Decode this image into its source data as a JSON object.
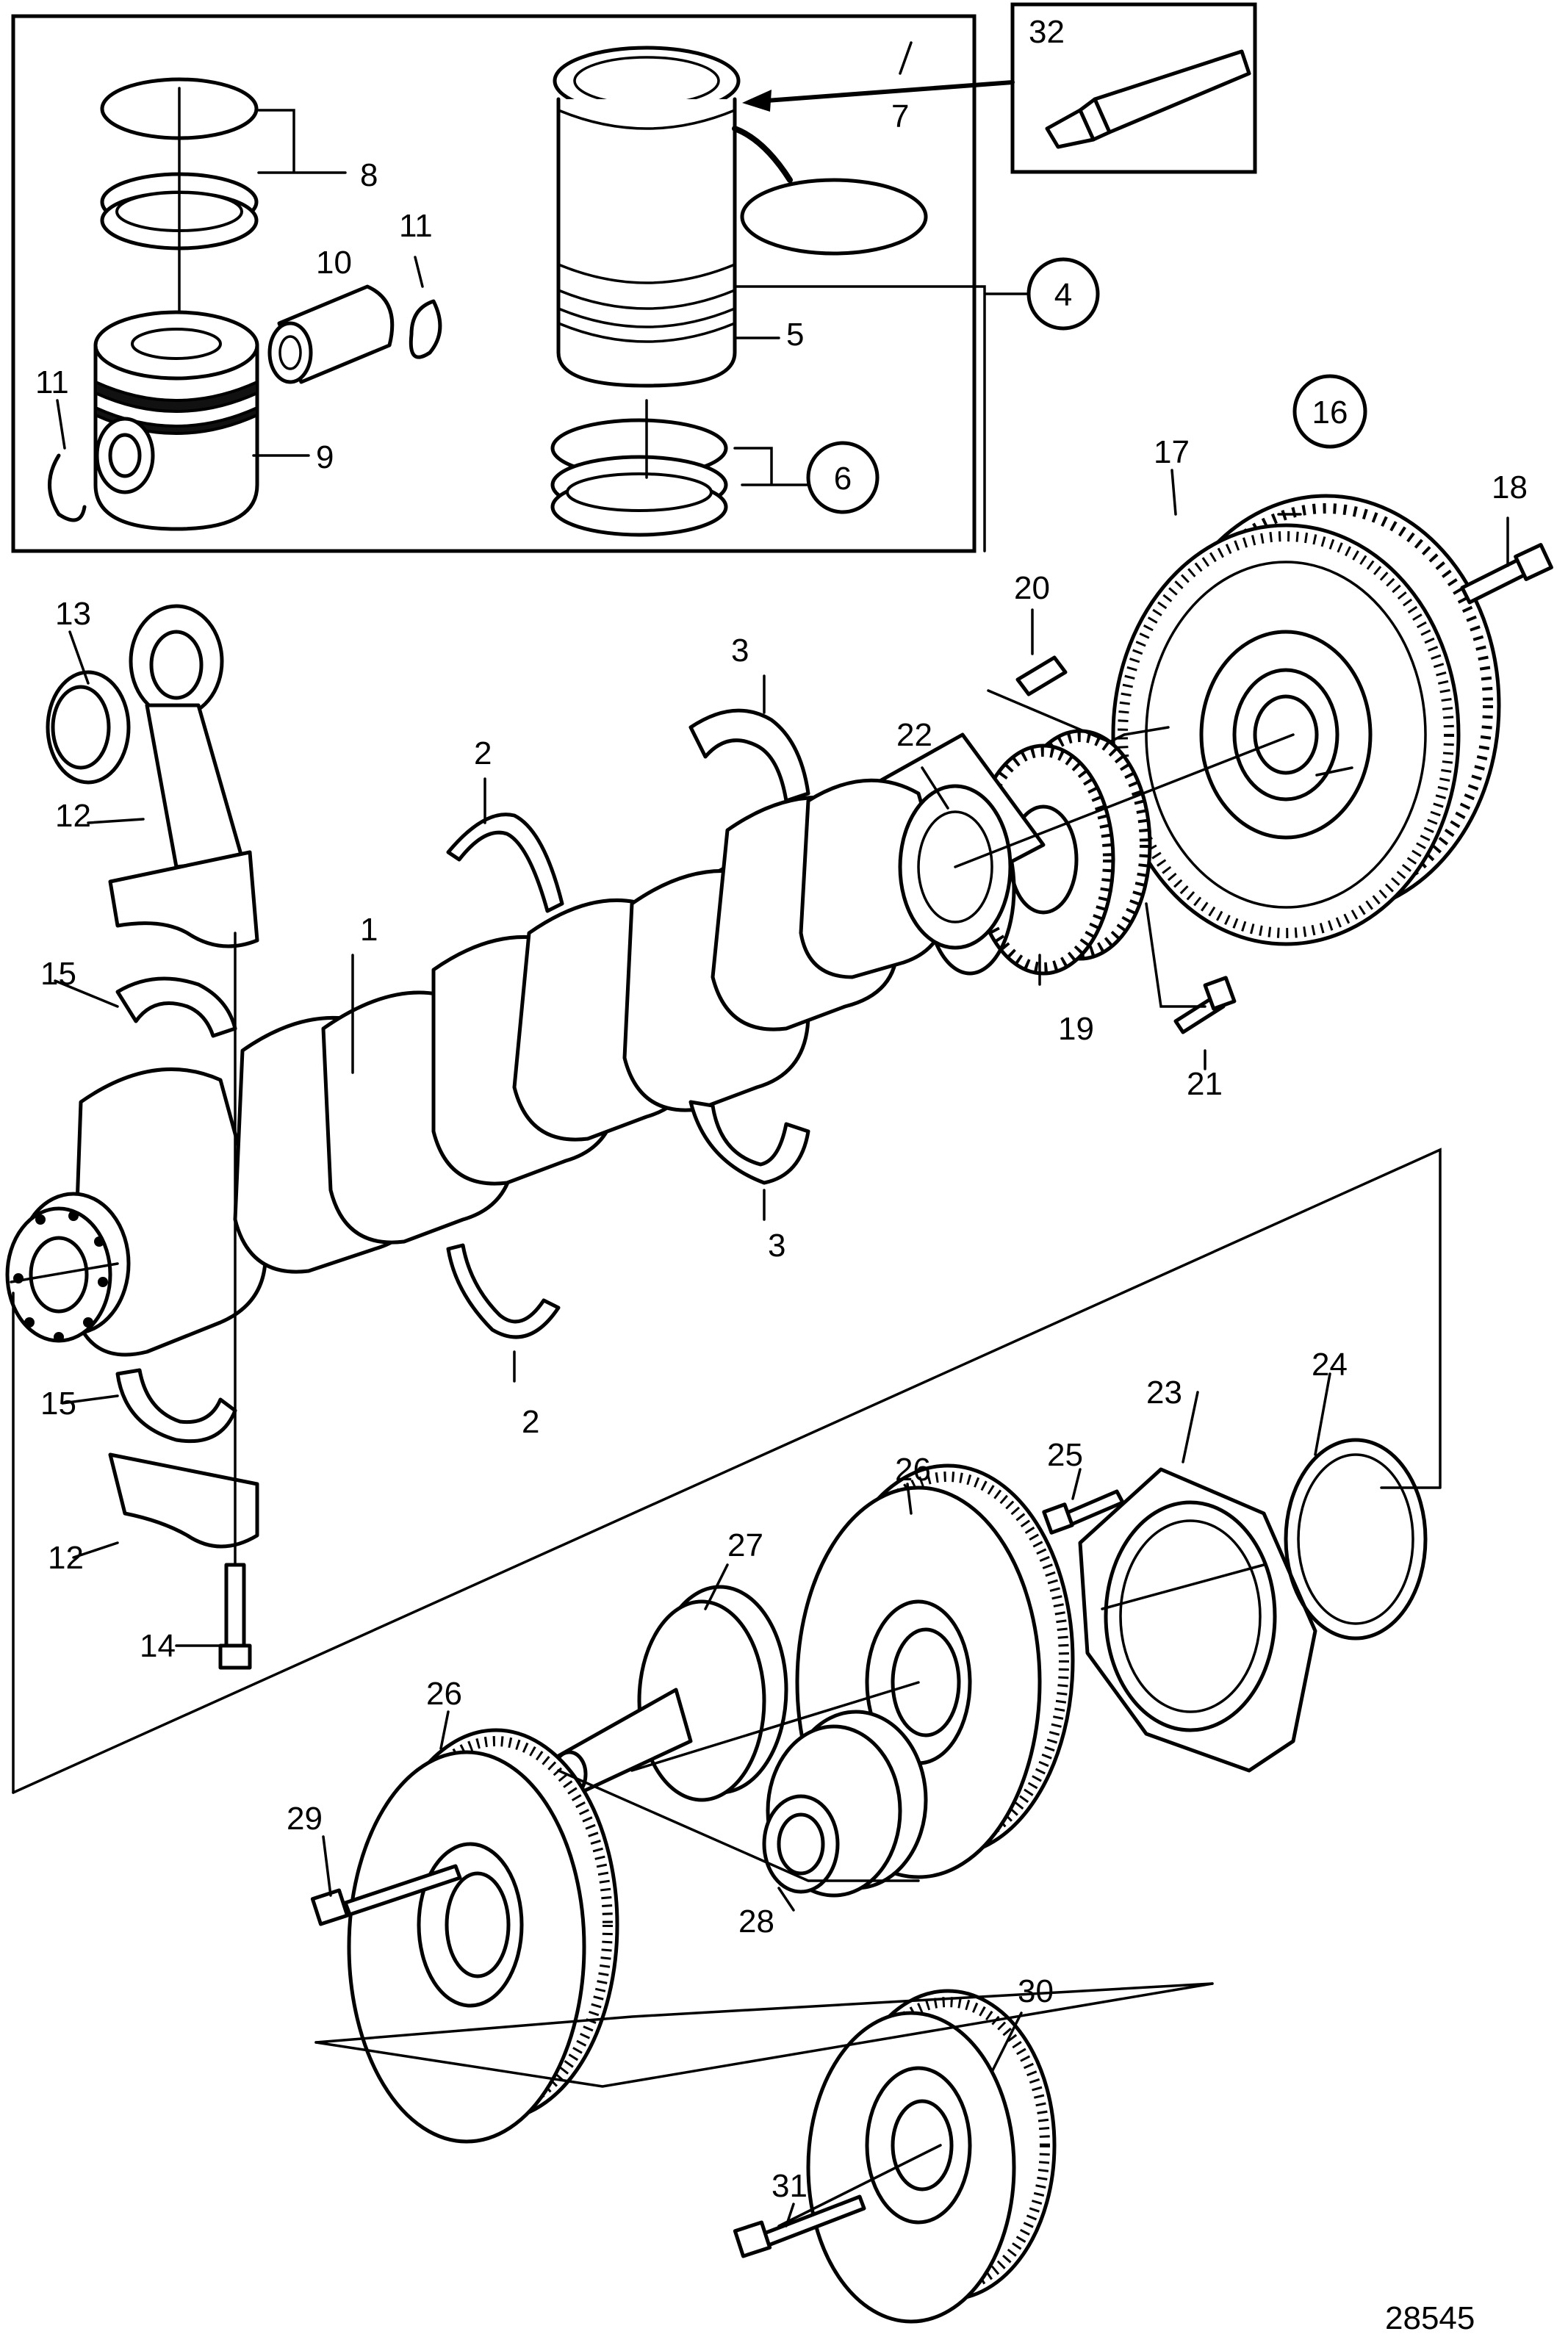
{
  "figure_id": "28545",
  "callouts": {
    "c1": "1",
    "c2a": "2",
    "c2b": "2",
    "c3a": "3",
    "c3b": "3",
    "c4": "4",
    "c5": "5",
    "c6": "6",
    "c7": "7",
    "c8": "8",
    "c9": "9",
    "c10": "10",
    "c11a": "11",
    "c11b": "11",
    "c12a": "12",
    "c12b": "12",
    "c13": "13",
    "c14": "14",
    "c15a": "15",
    "c15b": "15",
    "c16": "16",
    "c17": "17",
    "c18": "18",
    "c19": "19",
    "c20": "20",
    "c21": "21",
    "c22": "22",
    "c23": "23",
    "c24": "24",
    "c25": "25",
    "c26a": "26",
    "c26b": "26",
    "c27": "27",
    "c28": "28",
    "c29": "29",
    "c30": "30",
    "c31": "31",
    "c32": "32"
  },
  "parts": [
    "crankshaft",
    "thrust-washer",
    "main-bearing-shell",
    "cylinder-liner-kit",
    "cylinder-liner",
    "liner-seal-rings",
    "liner-o-ring",
    "piston-rings",
    "piston",
    "piston-pin",
    "circlip",
    "connecting-rod",
    "small-end-bushing",
    "connecting-rod-bolt",
    "big-end-bearing-shell",
    "flywheel",
    "ring-gear",
    "flywheel-bolt",
    "crankshaft-gear",
    "guide-pin",
    "screw",
    "o-ring",
    "rear-cover",
    "rear-seal",
    "cover-bolt",
    "vibration-damper",
    "hub",
    "hub-adapter",
    "damper-bolt",
    "belt-pulley",
    "pulley-bolt",
    "sealant-tube"
  ]
}
